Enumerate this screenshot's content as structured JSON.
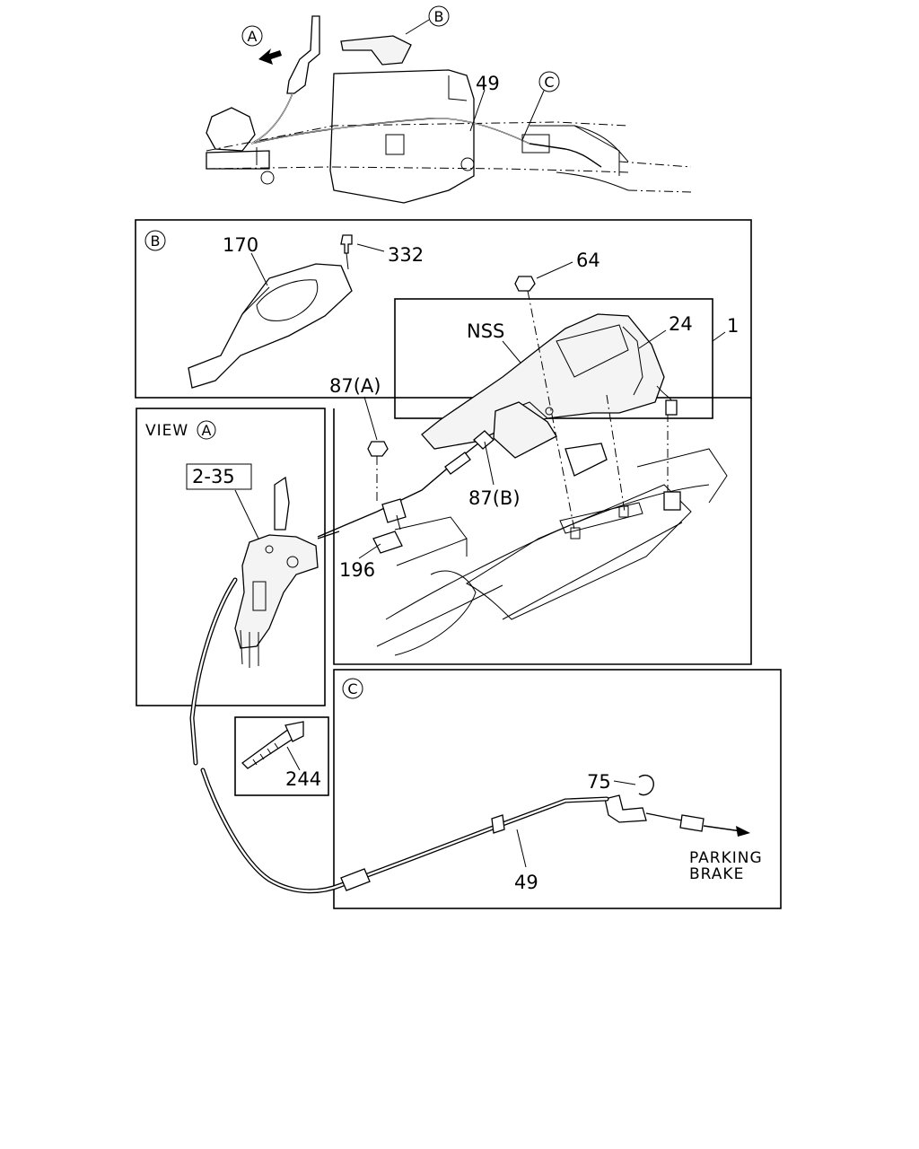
{
  "callouts": {
    "ref_a": "A",
    "ref_b": "B",
    "ref_c": "C"
  },
  "overview": {
    "cable_label": "49"
  },
  "panel_b": {
    "tag": "B",
    "parts": {
      "console_cover": "170",
      "clip": "332",
      "nut_top": "64",
      "console_assembly": "1",
      "nss": "NSS",
      "bracket": "24",
      "nut_a": "87(A)",
      "nut_b": "87(B)",
      "clamp": "196"
    }
  },
  "panel_view_a": {
    "title_prefix": "VIEW",
    "title_ref": "A",
    "ref_label": "2-35"
  },
  "panel_tie": {
    "label": "244"
  },
  "panel_c": {
    "tag": "C",
    "retainer": "75",
    "cable": "49",
    "destination_line1": "PARKING",
    "destination_line2": "BRAKE"
  }
}
